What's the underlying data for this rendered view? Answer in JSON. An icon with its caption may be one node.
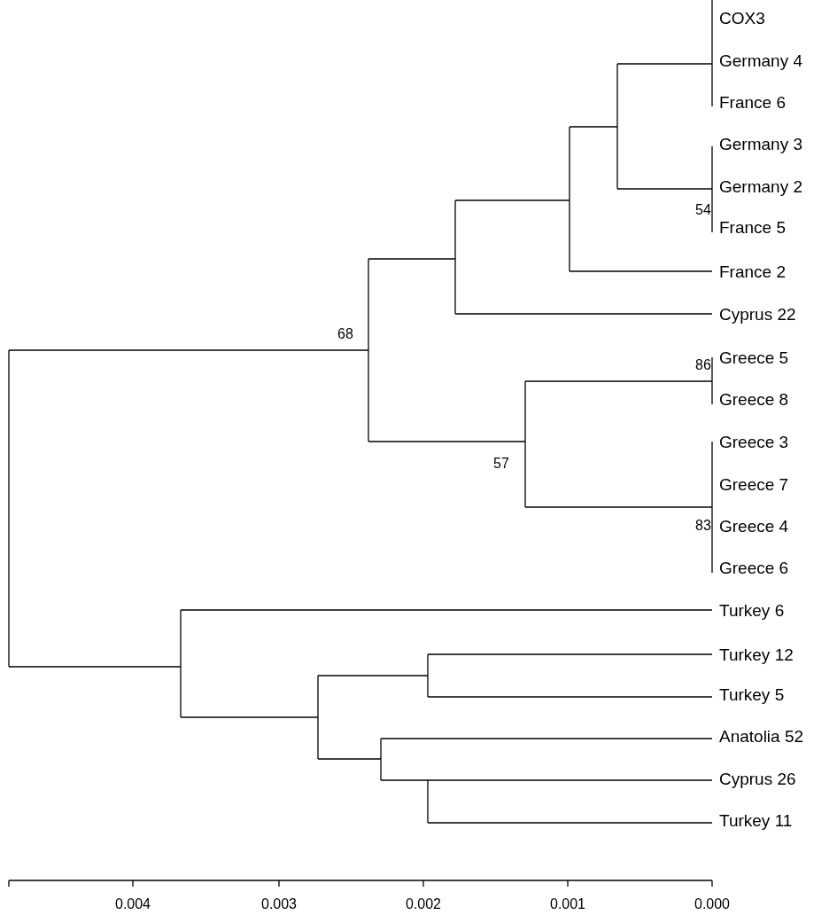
{
  "diagram": {
    "labels": [
      "COX3",
      "Germany 4",
      "France 6",
      "Germany 3",
      "Germany 2",
      "54",
      "France 5",
      "France 2",
      "Cyprus 22",
      "68",
      "86",
      "Greece 5",
      "Greece 8",
      "Greece 3",
      "57",
      "Greece 7",
      "83",
      "Greece 4",
      "Greece 6",
      "Turkey 6",
      "Turkey 12",
      "Turkey 5",
      "Anatolia 52",
      "Cyprus 26",
      "Turkey 11",
      "0.004",
      "0.003",
      "0.002",
      "0.001",
      "0.000"
    ]
  }
}
